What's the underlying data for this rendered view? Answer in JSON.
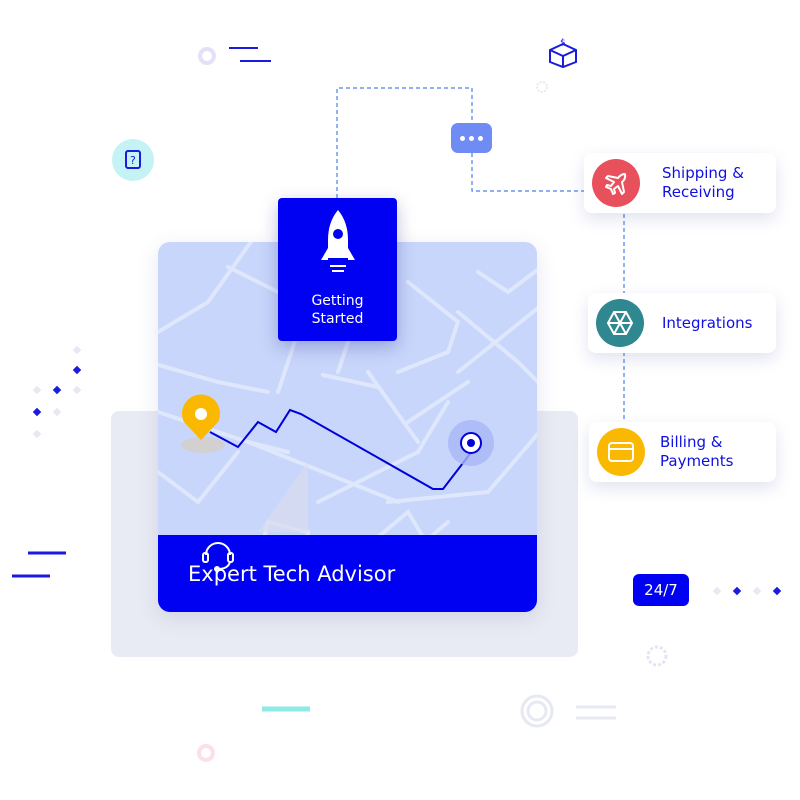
{
  "getting_started": {
    "label_line1": "Getting",
    "label_line2": "Started"
  },
  "advisor": {
    "label": "Expert Tech Advisor"
  },
  "cards": [
    {
      "line1": "Shipping &",
      "line2": "Receiving",
      "icon": "airplane-icon",
      "color": "#e8505b"
    },
    {
      "line1": "Integrations",
      "line2": "",
      "icon": "hexagon-icon",
      "color": "#2f8790"
    },
    {
      "line1": "Billing &",
      "line2": "Payments",
      "icon": "credit-card-icon",
      "color": "#fbb800"
    }
  ],
  "badge": {
    "label": "24/7"
  },
  "colors": {
    "primary": "#0000f2",
    "map": "#c8d6fb",
    "panel": "#e8ebf3",
    "connector": "#4a7ef0"
  }
}
